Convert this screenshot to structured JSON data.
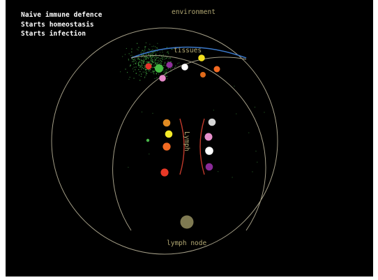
{
  "status_lines": [
    "Naive immune defence",
    "Starts homeostasis",
    "Starts infection"
  ],
  "labels": {
    "environment": "environment",
    "tissues": "tissues",
    "lymph": "Lymph",
    "lymph_node": "lymph node"
  },
  "colors": {
    "background": "#000000",
    "text": "#ffffff",
    "label": "#b2a873",
    "boundary": "#a39d86",
    "lymph_wall": "#c0392b",
    "tissue_edge": "#3b78c8",
    "pathogen": "#49b84a"
  },
  "cells": {
    "tissue_cells": [
      "#e6322a",
      "#47bd43",
      "#8e2f9a",
      "#ffffff",
      "#f3df1e",
      "#e06a1a",
      "#f26a22",
      "#e68ac8"
    ],
    "lymph_left": [
      "#e08a22",
      "#f4ea28",
      "#f26a22",
      "#e83826"
    ],
    "lymph_right": [
      "#d6d6d6",
      "#e890cc",
      "#ffffff",
      "#8a2a98"
    ],
    "node_cell": "#7f7a52"
  }
}
